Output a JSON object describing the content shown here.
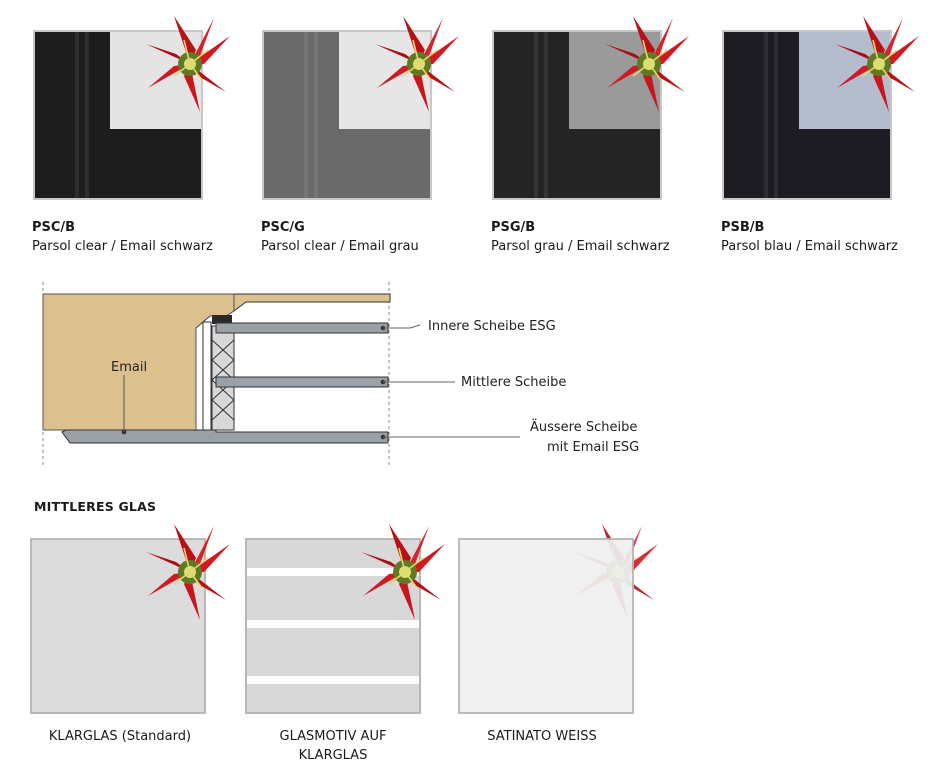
{
  "swatches": [
    {
      "code": "PSC/B",
      "desc": "Parsol clear / Email schwarz",
      "bg": "#1d1d1d",
      "inner": "#e4e4e4"
    },
    {
      "code": "PSC/G",
      "desc": "Parsol clear / Email grau",
      "bg": "#6a6a6a",
      "inner": "#e6e6e6"
    },
    {
      "code": "PSG/B",
      "desc": "Parsol grau / Email schwarz",
      "bg": "#242424",
      "inner": "#9a9a9a"
    },
    {
      "code": "PSB/B",
      "desc": "Parsol blau / Email schwarz",
      "bg": "#1c1c22",
      "inner": "#b4bccd"
    }
  ],
  "diagram": {
    "email_label": "Email",
    "inner_pane_label": "Innere Scheibe ESG",
    "middle_pane_label": "Mittlere Scheibe",
    "outer_pane_label_line1": "Äussere Scheibe",
    "outer_pane_label_line2": "mit Email ESG",
    "wood_color": "#dcc08e",
    "pane_color": "#9aa0a6"
  },
  "section_title": "MITTLERES GLAS",
  "middle_glass": [
    {
      "label": "KLARGLAS (Standard)",
      "bg": "#dcdcdc"
    },
    {
      "label_line1": "GLASMOTIV AUF",
      "label_line2": "KLARGLAS",
      "bg": "#d8d8d8"
    },
    {
      "label": "SATINATO WEISS",
      "bg": "#efefef"
    }
  ],
  "flower_color": "#c8141c"
}
